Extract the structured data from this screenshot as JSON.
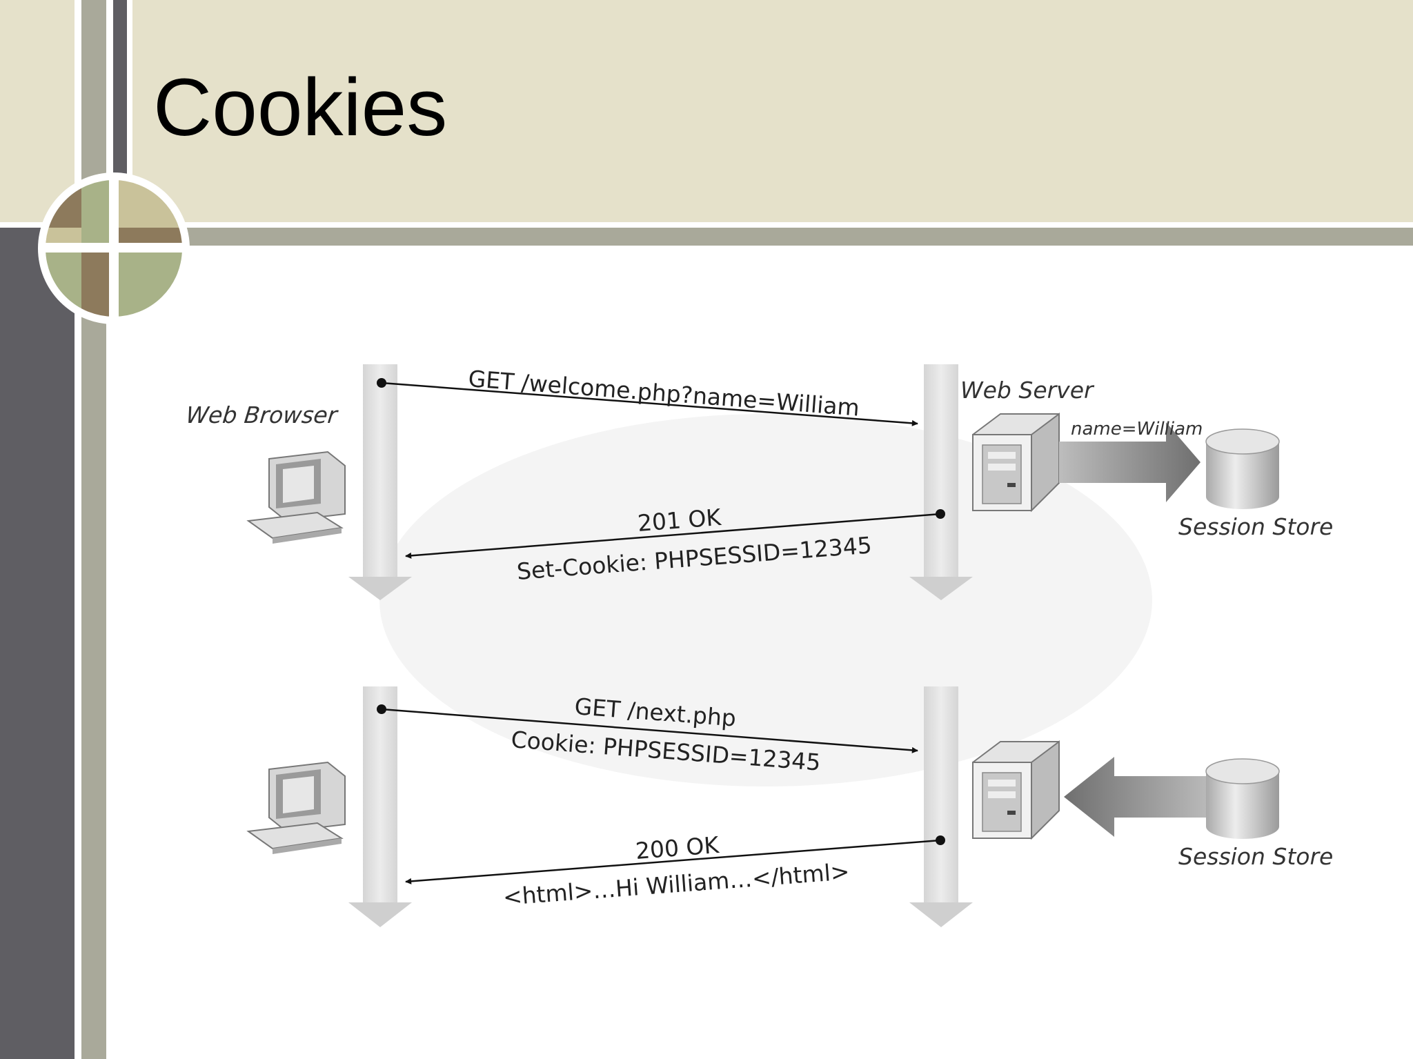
{
  "slide": {
    "title": "Cookies"
  },
  "diagram": {
    "labels": {
      "web_browser": "Web Browser",
      "web_server": "Web Server",
      "session_store_1": "Session Store",
      "session_store_2": "Session Store",
      "store_write": "name=William"
    },
    "messages": {
      "req1": "GET /welcome.php?name=William",
      "resp1_status": "201 OK",
      "resp1_header": "Set-Cookie: PHPSESSID=12345",
      "req2_line1": "GET /next.php",
      "req2_line2": "Cookie: PHPSESSID=12345",
      "resp2_status": "200 OK",
      "resp2_body": "<html>…Hi William…</html>"
    }
  },
  "colors": {
    "header_bg": "#e5e1ca",
    "left_bar": "#5f5e63",
    "stripe": "#a9a99a",
    "disc_olive": "#a8b288",
    "disc_brown": "#8d7a5c",
    "disc_tan": "#c9c29a"
  }
}
